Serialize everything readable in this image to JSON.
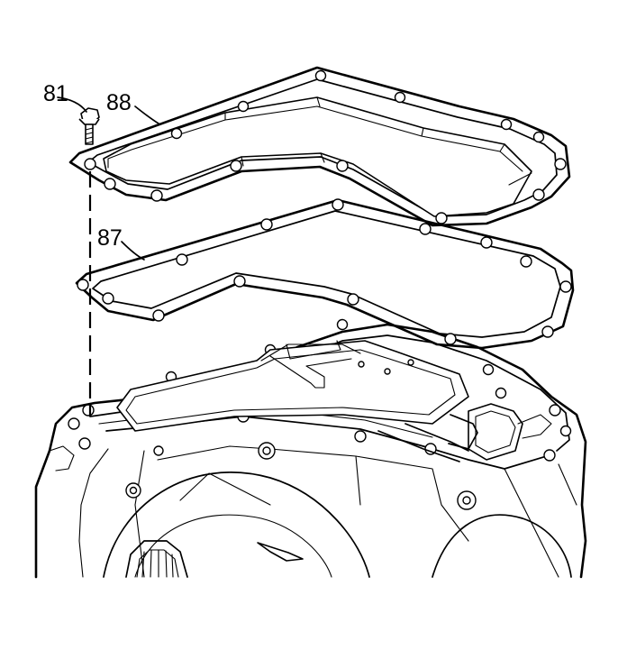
{
  "callouts": {
    "bolt": "81",
    "pan": "88",
    "gasket": "87"
  }
}
